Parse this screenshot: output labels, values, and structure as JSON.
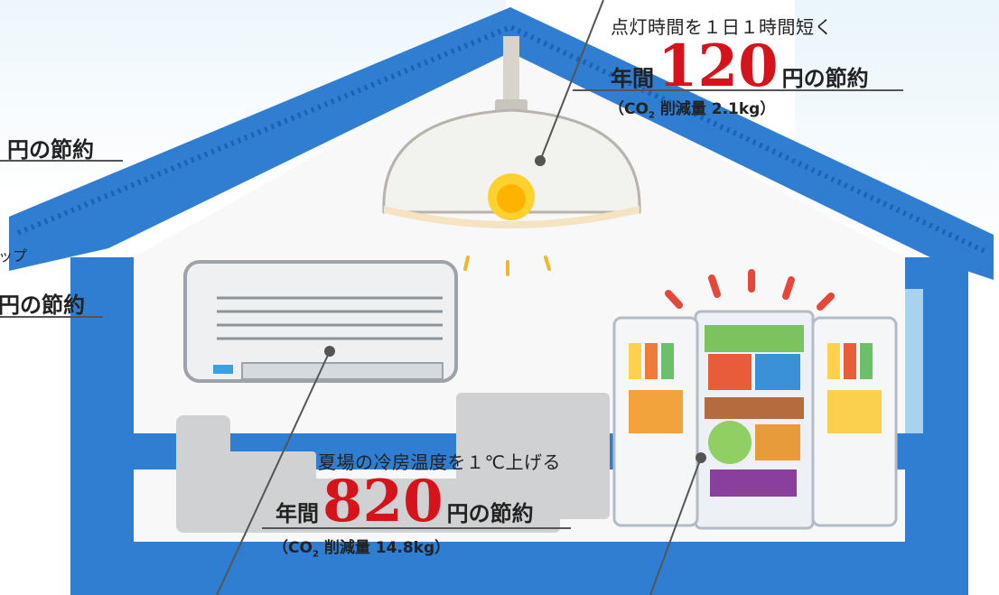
{
  "colors": {
    "roof": "#2f7ed1",
    "roof_dark": "#1d63b5",
    "wall": "#f7f8f7",
    "accent": "#d6131b",
    "underline": "#555555"
  },
  "icons": [
    "ceiling-light-icon",
    "air-conditioner-icon",
    "refrigerator-icon",
    "sofa-icon"
  ],
  "light": {
    "description": "点灯時間を１日１時間短く",
    "prefix": "年間",
    "amount": "120",
    "suffix": "円の節約",
    "co2_open": "（CO",
    "co2_sub": "2",
    "co2_rest": " 削減量 2.1kg）"
  },
  "aircon": {
    "description": "夏場の冷房温度を１℃上げる",
    "prefix": "年間",
    "amount": "820",
    "suffix": "円の節約",
    "co2_open": "（CO",
    "co2_sub": "2",
    "co2_rest": " 削減量 14.8kg）"
  },
  "cutoff": {
    "saving_top": "円の節約",
    "label_mid": "ップ",
    "saving_mid": "円の節約"
  }
}
